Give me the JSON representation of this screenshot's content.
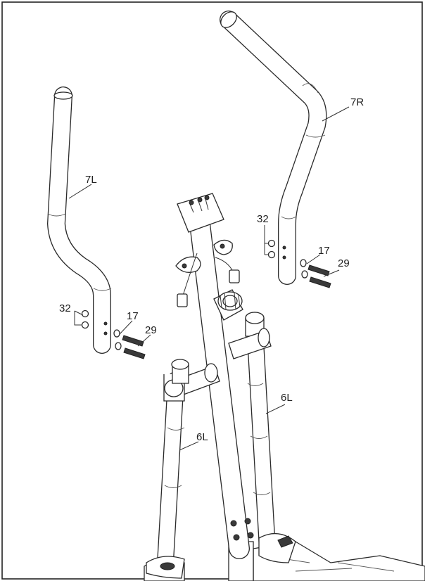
{
  "labels": {
    "handlebar_right": "7R",
    "handlebar_left": "7L",
    "washer_right": "32",
    "washer_left": "32",
    "spacer_right": "17",
    "spacer_left": "17",
    "bolt_right": "29",
    "bolt_left": "29",
    "arm_right": "6L",
    "arm_left": "6L"
  }
}
